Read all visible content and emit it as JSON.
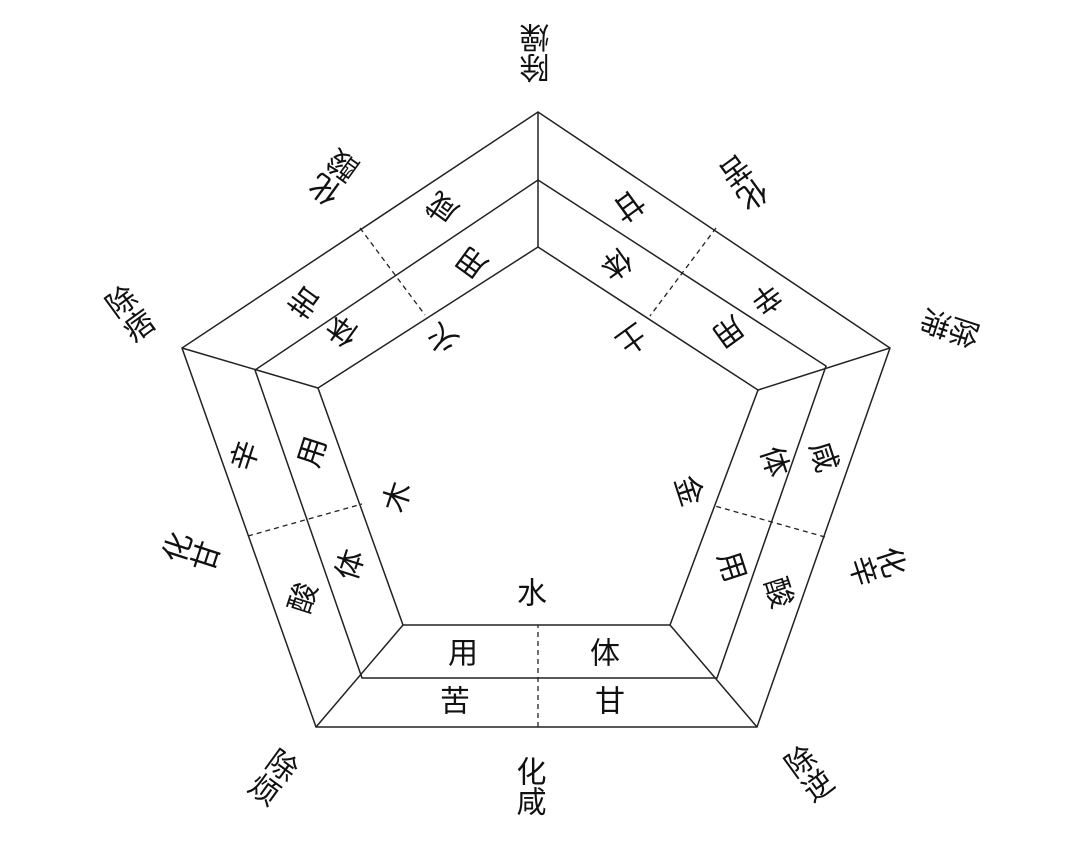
{
  "elements": {
    "center": [
      "水",
      "木",
      "火",
      "土",
      "金"
    ],
    "middle_ring": [
      [
        "用",
        "体"
      ],
      [
        "用",
        "体"
      ],
      [
        "用",
        "体"
      ],
      [
        "体",
        "用"
      ],
      [
        "用",
        "体"
      ]
    ],
    "outer_ring": [
      [
        "苦",
        "甘"
      ],
      [
        "辛",
        "酸"
      ],
      [
        "咸",
        "苦"
      ],
      [
        "甘",
        "辛"
      ],
      [
        "咸",
        "酸"
      ]
    ]
  },
  "outer_labels": {
    "bottom": "化咸",
    "bottom_left": "除烦",
    "left": "化甘",
    "upper_left": "除痞",
    "top_left": "化酸",
    "top": "除燥",
    "top_right": "化苦",
    "upper_right": "除滞",
    "right": "化辛",
    "bottom_right": "除逆"
  },
  "colors": {
    "line": "#222222",
    "text": "#111111",
    "background": "#ffffff"
  }
}
